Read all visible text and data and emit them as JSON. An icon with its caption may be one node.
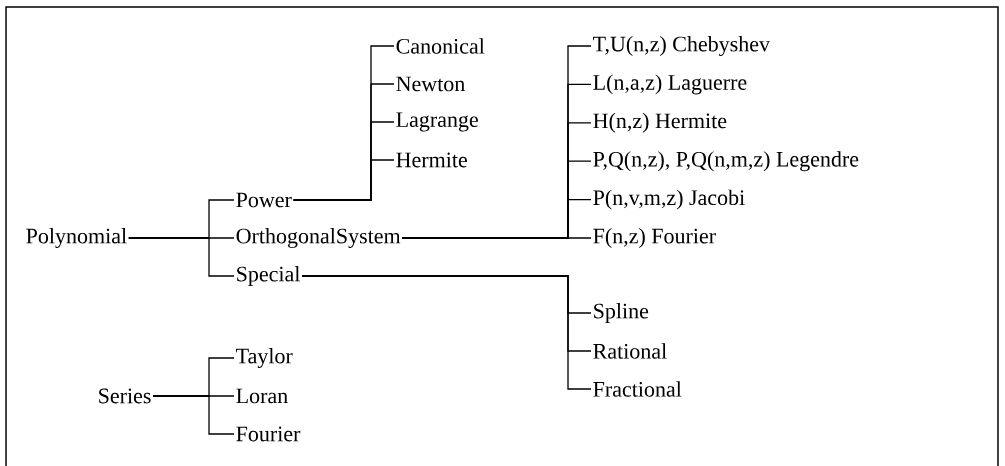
{
  "diagram": {
    "nodes": [
      {
        "text": [
          "Polynomial"
        ]
      },
      {
        "text": [
          "Power"
        ]
      },
      {
        "text": [
          "OrthogonalSystem"
        ]
      },
      {
        "text": [
          "Special"
        ]
      },
      {
        "text": [
          "Canonical"
        ]
      },
      {
        "text": [
          "Newton"
        ]
      },
      {
        "text": [
          "Lagrange"
        ]
      },
      {
        "text": [
          "Hermite"
        ]
      },
      {
        "text": [
          "T,U(n,z) Chebyshev"
        ]
      },
      {
        "text": [
          "L(n,a,z) Laguerre"
        ]
      },
      {
        "text": [
          "H(n,z) Hermite"
        ]
      },
      {
        "text": [
          "P,Q(n,z), P,Q(n,m,z) Legendre"
        ]
      },
      {
        "text": [
          "P(n,v,m,z) Jacobi"
        ]
      },
      {
        "text": [
          "F(n,z) Fourier"
        ]
      },
      {
        "text": [
          "Spline"
        ]
      },
      {
        "text": [
          "Rational"
        ]
      },
      {
        "text": [
          "Fractional"
        ]
      },
      {
        "text": [
          "Series"
        ]
      },
      {
        "text": [
          "Taylor"
        ]
      },
      {
        "text": [
          "Loran"
        ]
      },
      {
        "text": [
          "Fourier"
        ]
      }
    ],
    "edges": [
      {
        "from": 0,
        "to": 1,
        "arrow": "none"
      },
      {
        "from": 0,
        "to": 2,
        "arrow": "none"
      },
      {
        "from": 0,
        "to": 3,
        "arrow": "none"
      },
      {
        "from": 1,
        "to": 4,
        "arrow": "none"
      },
      {
        "from": 1,
        "to": 5,
        "arrow": "none"
      },
      {
        "from": 1,
        "to": 6,
        "arrow": "none"
      },
      {
        "from": 1,
        "to": 7,
        "arrow": "none"
      },
      {
        "from": 2,
        "to": 8,
        "arrow": "none"
      },
      {
        "from": 2,
        "to": 9,
        "arrow": "none"
      },
      {
        "from": 2,
        "to": 10,
        "arrow": "none"
      },
      {
        "from": 2,
        "to": 11,
        "arrow": "none"
      },
      {
        "from": 2,
        "to": 12,
        "arrow": "none"
      },
      {
        "from": 2,
        "to": 13,
        "arrow": "none"
      },
      {
        "from": 3,
        "to": 14,
        "arrow": "none"
      },
      {
        "from": 3,
        "to": 15,
        "arrow": "none"
      },
      {
        "from": 3,
        "to": 16,
        "arrow": "none"
      },
      {
        "from": 17,
        "to": 18,
        "arrow": "none"
      },
      {
        "from": 17,
        "to": 19,
        "arrow": "none"
      },
      {
        "from": 17,
        "to": 20,
        "arrow": "none"
      }
    ]
  }
}
